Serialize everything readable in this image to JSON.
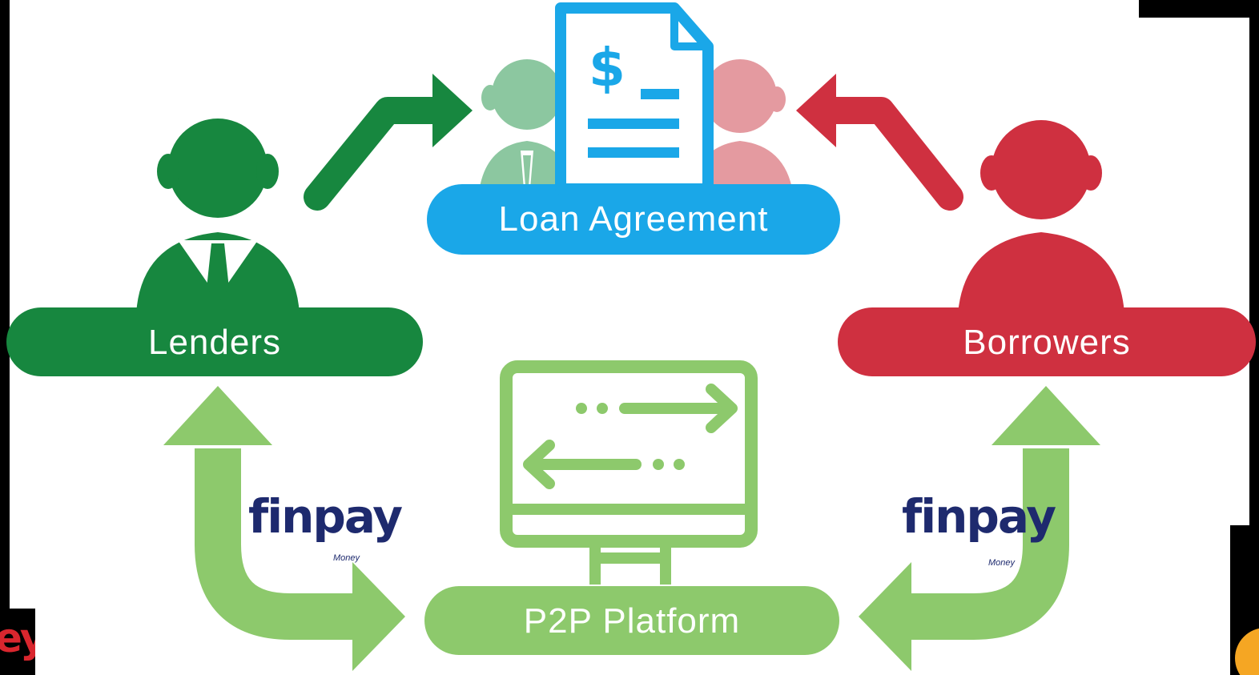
{
  "nodes": {
    "lenders": {
      "label": "Lenders"
    },
    "borrowers": {
      "label": "Borrowers"
    },
    "agreement": {
      "label": "Loan Agreement",
      "document_symbol": "$"
    },
    "platform": {
      "label": "P2P Platform"
    }
  },
  "logos": {
    "left": {
      "word": "finpay",
      "sub": "Money"
    },
    "right": {
      "word": "finpay",
      "sub": "Money"
    },
    "corner_fragment": "ey"
  },
  "colors": {
    "lenders_green": "#17873f",
    "borrowers_red": "#cf3040",
    "agreement_blue": "#1aa7e8",
    "platform_light_green": "#8dc96c",
    "faded_green": "#8cc7a0",
    "faded_red": "#e49aa0",
    "finpay_navy": "#1e2a6e"
  },
  "icons": [
    "lender-person-icon",
    "borrower-person-icon",
    "document-dollar-icon",
    "monitor-transfer-icon"
  ]
}
